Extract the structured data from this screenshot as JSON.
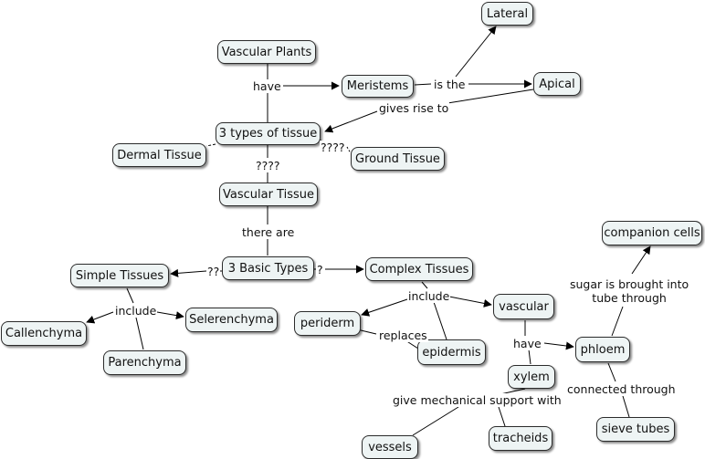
{
  "nodes": {
    "lateral": "Lateral",
    "vascular_plants": "Vascular Plants",
    "meristems": "Meristems",
    "apical": "Apical",
    "three_types": "3 types of tissue",
    "dermal": "Dermal Tissue",
    "ground": "Ground Tissue",
    "vascular_tissue": "Vascular Tissue",
    "basic_types": "3 Basic Types",
    "simple": "Simple Tissues",
    "complex": "Complex Tissues",
    "companion": "companion cells",
    "callenchyma": "Callenchyma",
    "selerenchyma": "Selerenchyma",
    "periderm": "periderm",
    "vascular": "vascular",
    "phloem": "phloem",
    "epidermis": "epidermis",
    "parenchyma": "Parenchyma",
    "xylem": "xylem",
    "sieve": "sieve tubes",
    "vessels": "vessels",
    "tracheids": "tracheids"
  },
  "links": {
    "have1": "have",
    "is_the": "is the",
    "gives_rise": "gives rise to",
    "q_below": "????",
    "q_right": "????",
    "there_are": "there are",
    "q_left": "??",
    "q_mid": "?",
    "include1": "include",
    "include2": "include",
    "replaces": "replaces",
    "have2": "have",
    "sugar": "sugar is brought into\ntube through",
    "connected": "connected through",
    "mechanical": "give mechanical support with"
  }
}
